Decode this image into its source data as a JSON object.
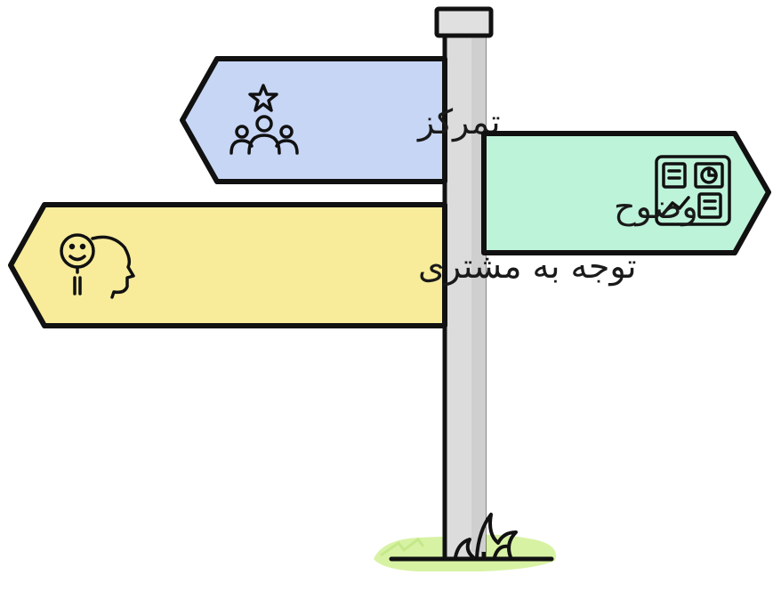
{
  "signs": {
    "focus": {
      "label": "تمرکز",
      "icon": "team-star-icon"
    },
    "clarity": {
      "label": "وضوح",
      "icon": "dashboard-icon"
    },
    "customer": {
      "label": "توجه به مشتری",
      "icon": "customer-mind-icon"
    }
  },
  "colors": {
    "outline": "#111111",
    "focus_fill": "#c7d6f5",
    "clarity_fill": "#bdf3d9",
    "customer_fill": "#f8ec9b",
    "pole_fill": "#dcdcdc",
    "grass_fill": "#d8f2a4"
  }
}
